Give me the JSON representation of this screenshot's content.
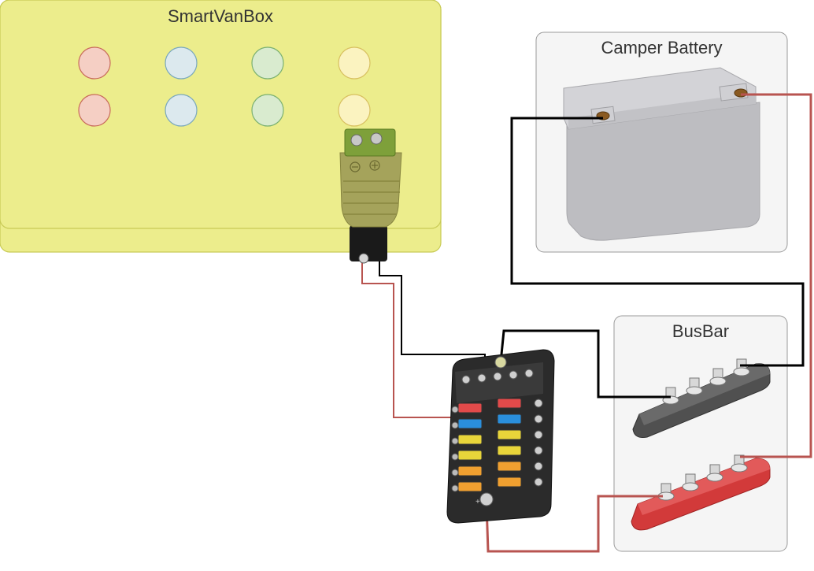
{
  "smartvanbox": {
    "title": "SmartVanBox",
    "fill": "#eced8c",
    "stroke": "#c8ca55",
    "led_rows": [
      [
        "#f5cfc4",
        "#dce9ee",
        "#d9ebcf",
        "#fbf3c0"
      ],
      [
        "#f5cfc4",
        "#dce9ee",
        "#d9ebcf",
        "#fbf3c0"
      ]
    ]
  },
  "battery": {
    "title": "Camper Battery"
  },
  "busbar": {
    "title": "BusBar"
  },
  "wires": {
    "positive": "#b85450",
    "negative": "#000000"
  },
  "fuse_colors": [
    "#e24a4a",
    "#2a8fdc",
    "#e8d53a",
    "#e8d53a",
    "#f0a030",
    "#f0a030"
  ]
}
